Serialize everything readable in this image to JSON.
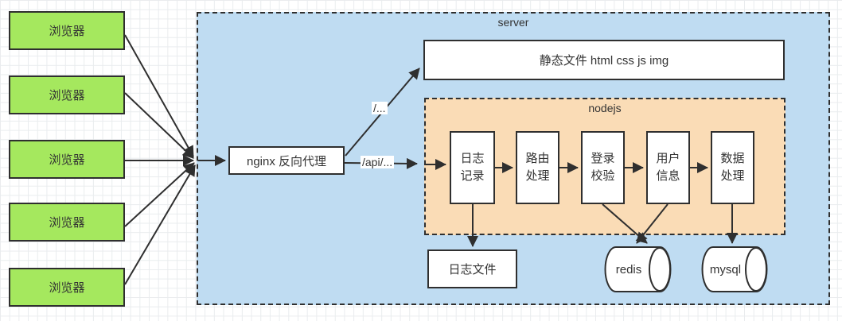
{
  "palette": {
    "server_bg": "#bfdcf2",
    "nodejs_bg": "#fadcb6",
    "client_bg": "#a5e85e",
    "stroke": "#2f2f2f",
    "text": "#333333"
  },
  "clients": {
    "items": [
      {
        "label": "浏览器"
      },
      {
        "label": "浏览器"
      },
      {
        "label": "浏览器"
      },
      {
        "label": "浏览器"
      },
      {
        "label": "浏览器"
      }
    ]
  },
  "server": {
    "label": "server",
    "nginx": {
      "label": "nginx 反向代理"
    },
    "static_files": {
      "label": "静态文件 html css js img"
    },
    "routes": {
      "static_route": "/...",
      "api_route": "/api/..."
    },
    "nodejs": {
      "label": "nodejs",
      "steps": [
        {
          "label": "日志\n记录"
        },
        {
          "label": "路由\n处理"
        },
        {
          "label": "登录\n校验"
        },
        {
          "label": "用户\n信息"
        },
        {
          "label": "数据\n处理"
        }
      ]
    }
  },
  "storage": {
    "log_file": {
      "label": "日志文件"
    },
    "redis": {
      "label": "redis"
    },
    "mysql": {
      "label": "mysql"
    }
  }
}
